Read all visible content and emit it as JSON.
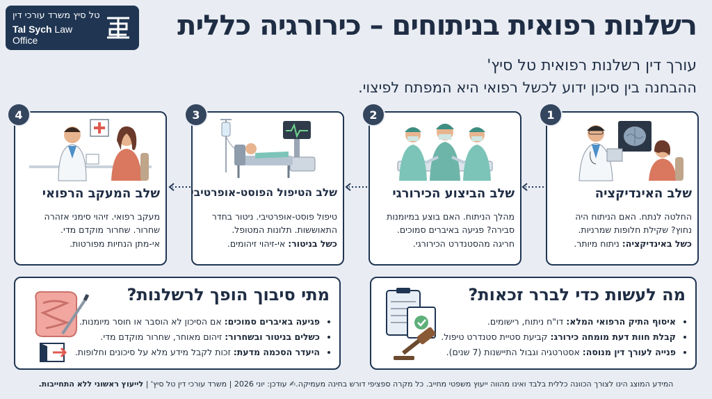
{
  "logo": {
    "hebrew": "טל סיץ משרד עורכי דין",
    "english_bold": "Tal Sych",
    "english_light": " Law Office"
  },
  "header": {
    "title": "רשלנות רפואית בניתוחים – כירורגיה כללית",
    "subtitle": "עורך דין רשלנות רפואית טל סיץ'",
    "tagline": "ההבחנה בין סיכון ידוע לכשל רפואי היא המפתח לפיצוי."
  },
  "stages": [
    {
      "number": "1",
      "icon": "doctor-reviewing-scan-icon",
      "title": "שלב האינדיקציה",
      "lines": [
        "החלטה לנתח. האם הניתוח היה",
        "נחוץ? שקילת חלופות שמרניות."
      ],
      "fault_label": "כשל באינדיקציה:",
      "fault_text": " ניתוח מיותר."
    },
    {
      "number": "2",
      "icon": "surgical-team-icon",
      "title": "שלב הביצוע הכירורגי",
      "lines": [
        "מהלך הניתוח. האם בוצע במיומנות",
        "סבירה? פגיעה באיברים סמוכים.",
        "חריגה מהסטנדרט הכירורגי."
      ],
      "fault_label": "",
      "fault_text": ""
    },
    {
      "number": "3",
      "icon": "hospital-bed-monitor-icon",
      "title": "שלב הטיפול הפוסט-אופרטיבי",
      "lines": [
        "טיפול פוסט-אופרטיבי. ניטור בחדר",
        "התאוששות. תלונות המטופל."
      ],
      "fault_label": "כשל בניטור:",
      "fault_text": " אי-זיהוי זיהומים."
    },
    {
      "number": "4",
      "icon": "doctor-patient-consult-icon",
      "title": "שלב המעקב הרפואי",
      "lines": [
        "מעקב רפואי. זיהוי סימני אזהרה",
        "שחרור. שחרור מוקדם מדי.",
        "אי-מתן הנחיות מפורטות."
      ],
      "fault_label": "",
      "fault_text": ""
    }
  ],
  "what_to_do": {
    "title": "מה לעשות כדי לברר זכאות?",
    "icon": "clipboard-checklist-icon",
    "items": [
      {
        "bold": "איסוף התיק הרפואי המלא:",
        "text": " דו\"ח ניתוח, רישומים."
      },
      {
        "bold": "קבלת חוות דעת מומחה כירורג:",
        "text": " קביעת סטיית סטנדרט טיפול."
      },
      {
        "bold": "פנייה לעורך דין מנוסה:",
        "text": " אסטרטגיה וגבול התיישנות (7 שנים)."
      }
    ]
  },
  "when_negligence": {
    "title": "מתי סיבוך הופך לרשלנות?",
    "icon": "intestine-scalpel-icon",
    "items": [
      {
        "bold": "פגיעה באיברים סמוכים:",
        "text": " אם הסיכון לא הוסבר או חוסר מיומנות."
      },
      {
        "bold": "כשלים בניטור ובשחרור:",
        "text": " זיהום מאוחר, שחרור מוקדם מדי."
      },
      {
        "bold": "היעדר הסכמה מדעת:",
        "text": " זכות לקבל מידע מלא על סיכונים וחלופות."
      }
    ]
  },
  "footer": {
    "text": "המידע המוצג הינו לצורך הכוונה כללית בלבד ואינו מהווה ייעוץ משפטי מחייב. כל מקרה ספציפי דורש בחינה מעמיקה.✍ עודכן: יוני 2026 | משרד עורכי דין טל סיץ' | ",
    "bold": "לייעוץ ראשוני ללא התחייבות."
  },
  "colors": {
    "background": "#e9edf3",
    "navy": "#1f3552",
    "scrubs": "#7cc4b8"
  }
}
